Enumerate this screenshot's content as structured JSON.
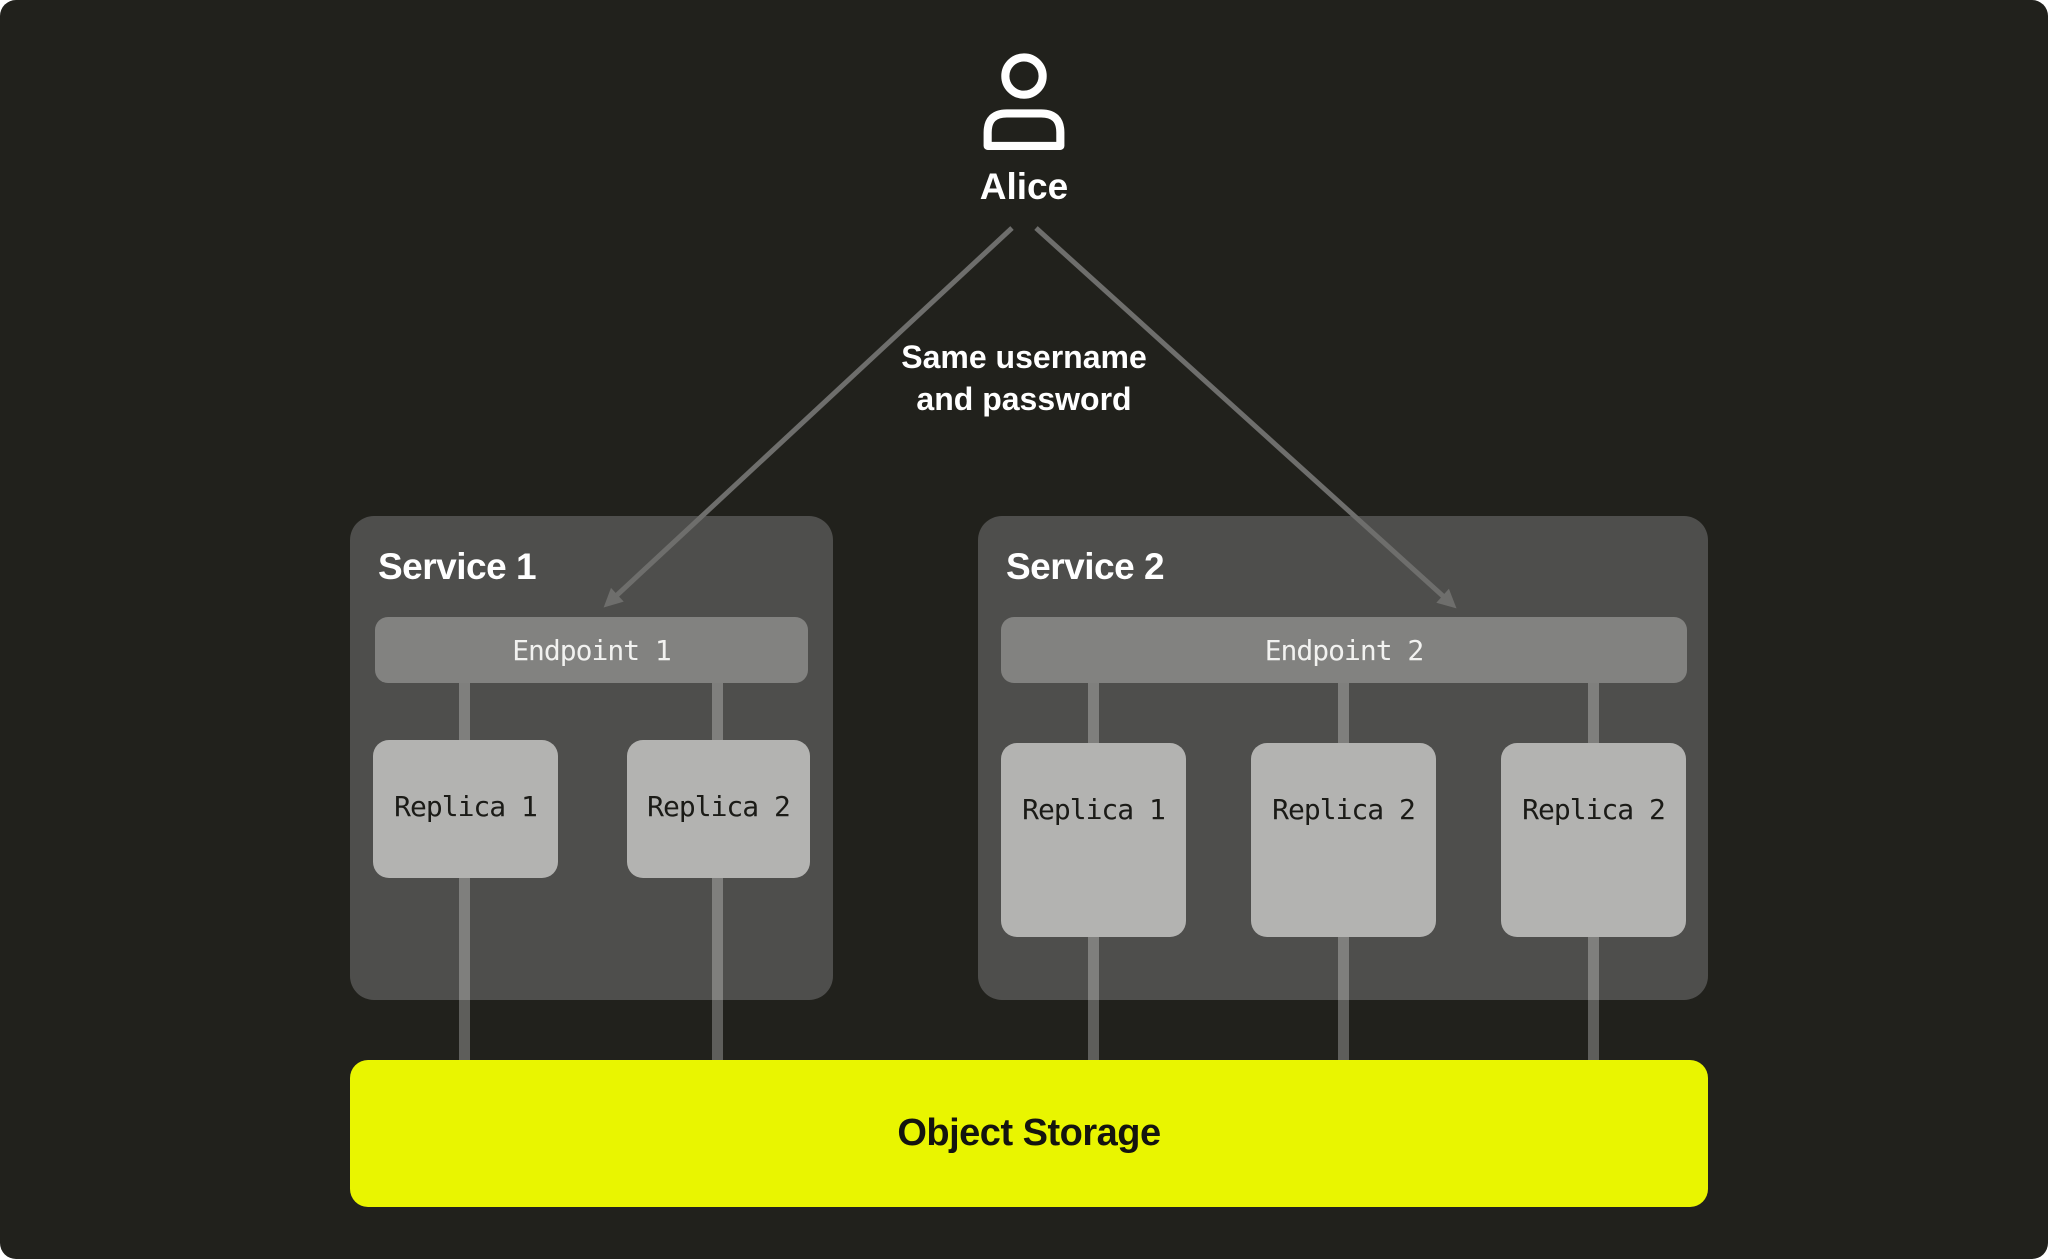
{
  "colors": {
    "page_bg": "#ffffff",
    "canvas_bg": "#21211c",
    "service_bg": "#4e4e4c",
    "endpoint_bg": "#828280",
    "replica_bg": "#b3b3b1",
    "storage_bg": "#e9f500",
    "heading_text": "#ffffff",
    "endpoint_text": "#f2f2f0",
    "replica_text": "#1b1b17",
    "storage_text": "#14140f",
    "arrow_color": "#6e6e6c",
    "connector_color": "rgba(255,255,255,0.28)"
  },
  "user": {
    "name": "Alice",
    "icon": "person-icon"
  },
  "connection_label": {
    "line1": "Same username",
    "line2": "and password"
  },
  "services": [
    {
      "title": "Service 1",
      "endpoint": "Endpoint 1",
      "replicas": [
        "Replica 1",
        "Replica 2"
      ]
    },
    {
      "title": "Service 2",
      "endpoint": "Endpoint 2",
      "replicas": [
        "Replica 1",
        "Replica 2",
        "Replica 2"
      ]
    }
  ],
  "storage": {
    "label": "Object Storage"
  }
}
